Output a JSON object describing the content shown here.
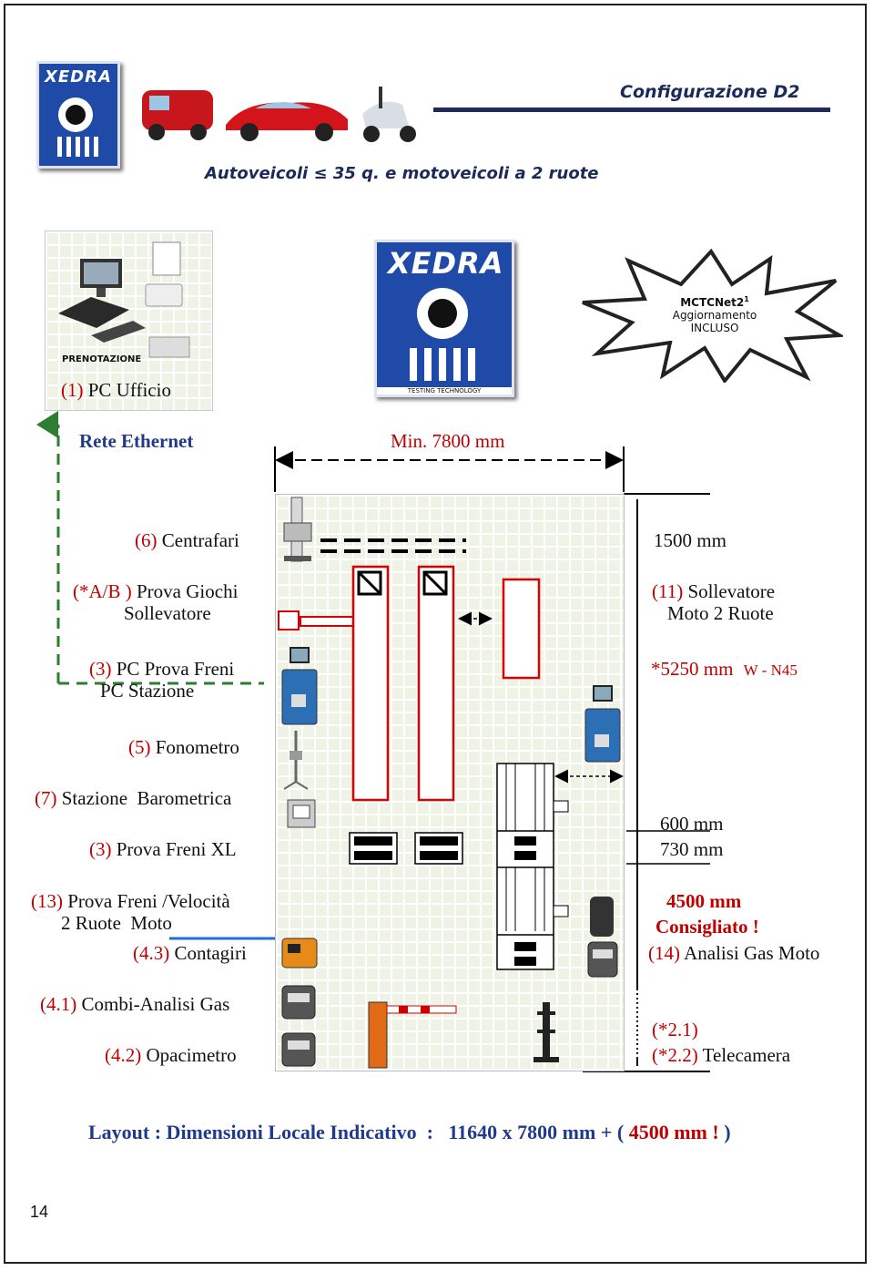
{
  "header": {
    "logo_text": "XEDRA",
    "logo_tagline": "TESTING TECHNOLOGY",
    "config_title": "Configurazione  D2",
    "subtitle": "Autoveicoli ≤ 35 q. e motoveicoli a 2 ruote"
  },
  "badge": {
    "line1": "MCTCNet2",
    "sup": "1",
    "line2": "Aggiornamento",
    "line3": "INCLUSO"
  },
  "office": {
    "prenotazione": "PRENOTAZIONE",
    "num": "(1)",
    "label": "PC Ufficio"
  },
  "network": {
    "rete": "Rete Ethernet",
    "min_width": "Min. 7800 mm"
  },
  "left_labels": {
    "centrafari_num": "(6)",
    "centrafari": "Centrafari",
    "giochi_num": "(*A/B )",
    "giochi_1": "Prova Giochi",
    "giochi_2": "Sollevatore",
    "pcfreni_num": "(3)",
    "pcfreni_1": "PC Prova Freni",
    "pcfreni_2": "PC Stazione",
    "fonometro_num": "(5)",
    "fonometro": "Fonometro",
    "barometrica_num": "(7)",
    "barometrica": "Stazione  Barometrica",
    "frenixl_num": "(3)",
    "frenixl": "Prova Freni XL",
    "velocita_num": "(13)",
    "velocita_1": "Prova Freni /Velocità",
    "velocita_2": "2 Ruote  Moto",
    "contagiri_num": "(4.3)",
    "contagiri": "Contagiri",
    "combi_num": "(4.1)",
    "combi": "Combi-Analisi Gas",
    "opacimetro_num": "(4.2)",
    "opacimetro": "Opacimetro"
  },
  "right_labels": {
    "dim_1500": "1500 mm",
    "sollevatore_num": "(11)",
    "sollevatore_1": "Sollevatore",
    "sollevatore_2": "Moto 2 Ruote",
    "dim_5250": "*5250 mm",
    "w_n45": "W - N45",
    "dim_600": "600 mm",
    "dim_730": "730 mm",
    "dim_4500": "4500 mm",
    "consigliato": "Consigliato !",
    "analisi_num": "(14)",
    "analisi": "Analisi Gas Moto",
    "tele_num_1": "(*2.1)",
    "tele_num_2": "(*2.2)",
    "telecamera": "Telecamera"
  },
  "footer": {
    "layout_label": "Layout : Dimensioni Locale Indicativo  :   11640 x 7800 mm + ( ",
    "extra": "4500 mm",
    "excl": "!",
    "close": " )",
    "page_number": "14"
  },
  "colors": {
    "accent_red": "#c00000",
    "navy": "#1f3a8a",
    "logo_blue": "#1f4aa8",
    "grid_green": "#eef3e6",
    "dash_green": "#2e7d32",
    "arrow_blue": "#1e6fd0"
  }
}
